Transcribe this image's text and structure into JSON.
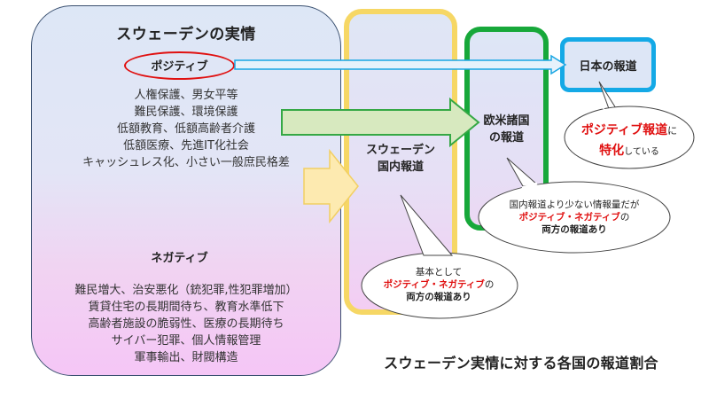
{
  "reality": {
    "title": "スウェーデンの実情",
    "positive": {
      "label": "ポジティブ",
      "items": [
        "人権保護、男女平等",
        "難民保護、環境保護",
        "低額教育、低額高齢者介護",
        "低額医療、先進IT化社会",
        "キャッシュレス化、小さい一般庶民格差"
      ]
    },
    "negative": {
      "label": "ネガティブ",
      "items": [
        "難民増大、治安悪化（銃犯罪,性犯罪増加）",
        "賃貸住宅の長期間待ち、教育水準低下",
        "高齢者施設の脆弱性、医療の長期待ち",
        "サイバー犯罪、個人情報管理",
        "軍事輸出、財閥構造"
      ]
    }
  },
  "domestic": {
    "line1": "スウェーデン",
    "line2": "国内報道"
  },
  "west": {
    "line1": "欧米諸国",
    "line2": "の報道"
  },
  "japan": {
    "label": "日本の報道"
  },
  "bubbles": {
    "japan": {
      "red": "ポジティブ報道",
      "ni": "に",
      "red2": "特化",
      "tail": "している"
    },
    "west": {
      "line1": "国内報道より少ない情報量だが",
      "line2": "ポジティブ・ネガティブ",
      "line2_tail": "の",
      "line3": "両方の報道あり"
    },
    "domestic": {
      "line1": "基本として",
      "line2": "ポジティブ・ネガティブ",
      "line2_tail": "の",
      "line3": "両方の報道あり"
    }
  },
  "caption": "スウェーデン実情に対する各国の報道割合",
  "colors": {
    "positive_ellipse": "#e01010",
    "domestic_border": "#f6d765",
    "west_border": "#17a83a",
    "japan_border": "#14a9e6",
    "emphasis_red": "#e01010"
  }
}
